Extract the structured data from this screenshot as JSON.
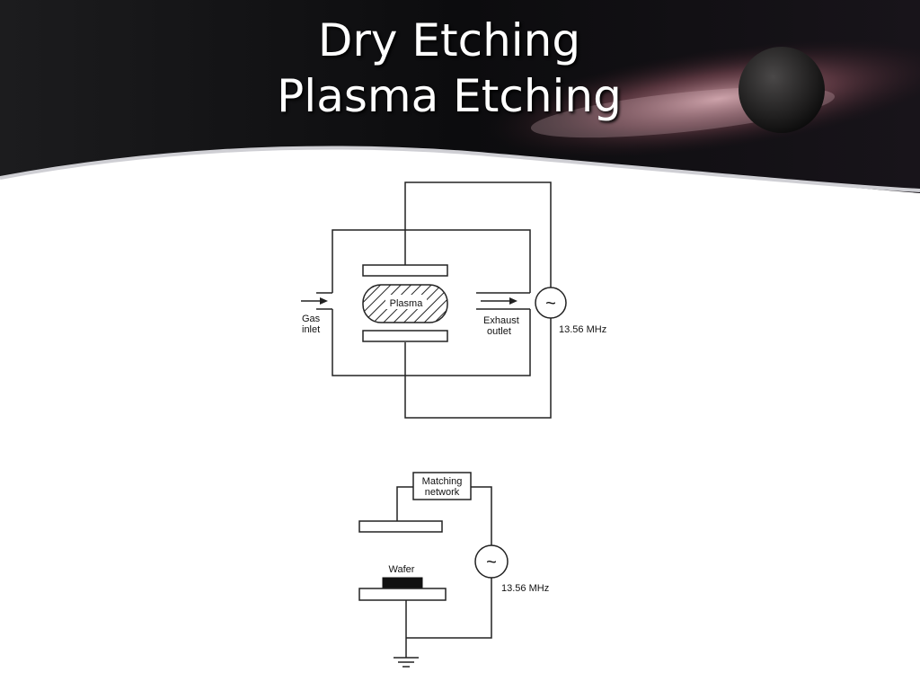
{
  "slide": {
    "title_line1": "Dry Etching",
    "title_line2": "Plasma Etching"
  },
  "diagram_top": {
    "plasma_label": "Plasma",
    "gas_inlet_line1": "Gas",
    "gas_inlet_line2": "inlet",
    "exhaust_line1": "Exhaust",
    "exhaust_line2": "outlet",
    "rf_symbol": "~",
    "frequency": "13.56 MHz"
  },
  "diagram_bottom": {
    "matching_line1": "Matching",
    "matching_line2": "network",
    "wafer_label": "Wafer",
    "rf_symbol": "~",
    "frequency": "13.56 MHz"
  },
  "colors": {
    "banner_dark": "#0b0b0d",
    "banner_glow": "#b87a86",
    "line": "#222222"
  }
}
